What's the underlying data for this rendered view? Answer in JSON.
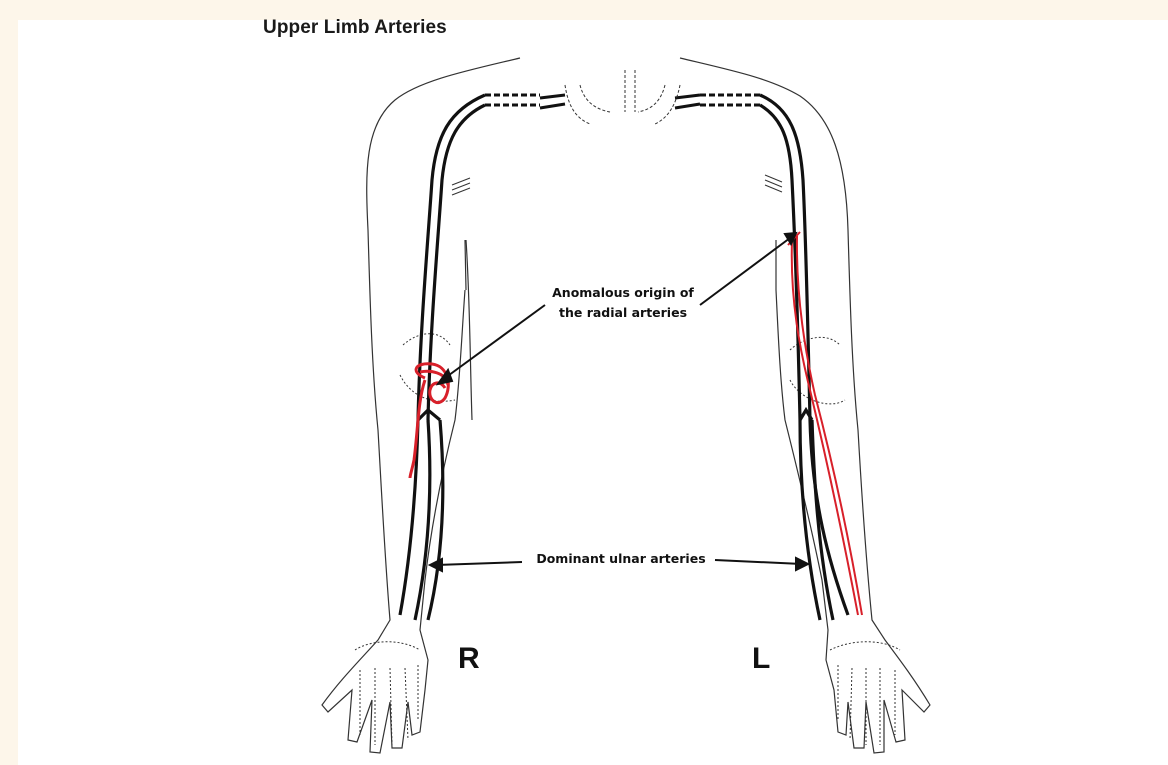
{
  "figure": {
    "title": "Upper Limb Arteries",
    "labels": {
      "radial_origin_line1": "Anomalous origin of",
      "radial_origin_line2": "the radial arteries",
      "ulnar": "Dominant ulnar arteries",
      "right_side": "R",
      "left_side": "L"
    },
    "colors": {
      "outline": "#222222",
      "artery": "#111111",
      "anomalous_radial": "#d8202a",
      "background": "#ffffff",
      "page": "#fdf6ea"
    }
  }
}
